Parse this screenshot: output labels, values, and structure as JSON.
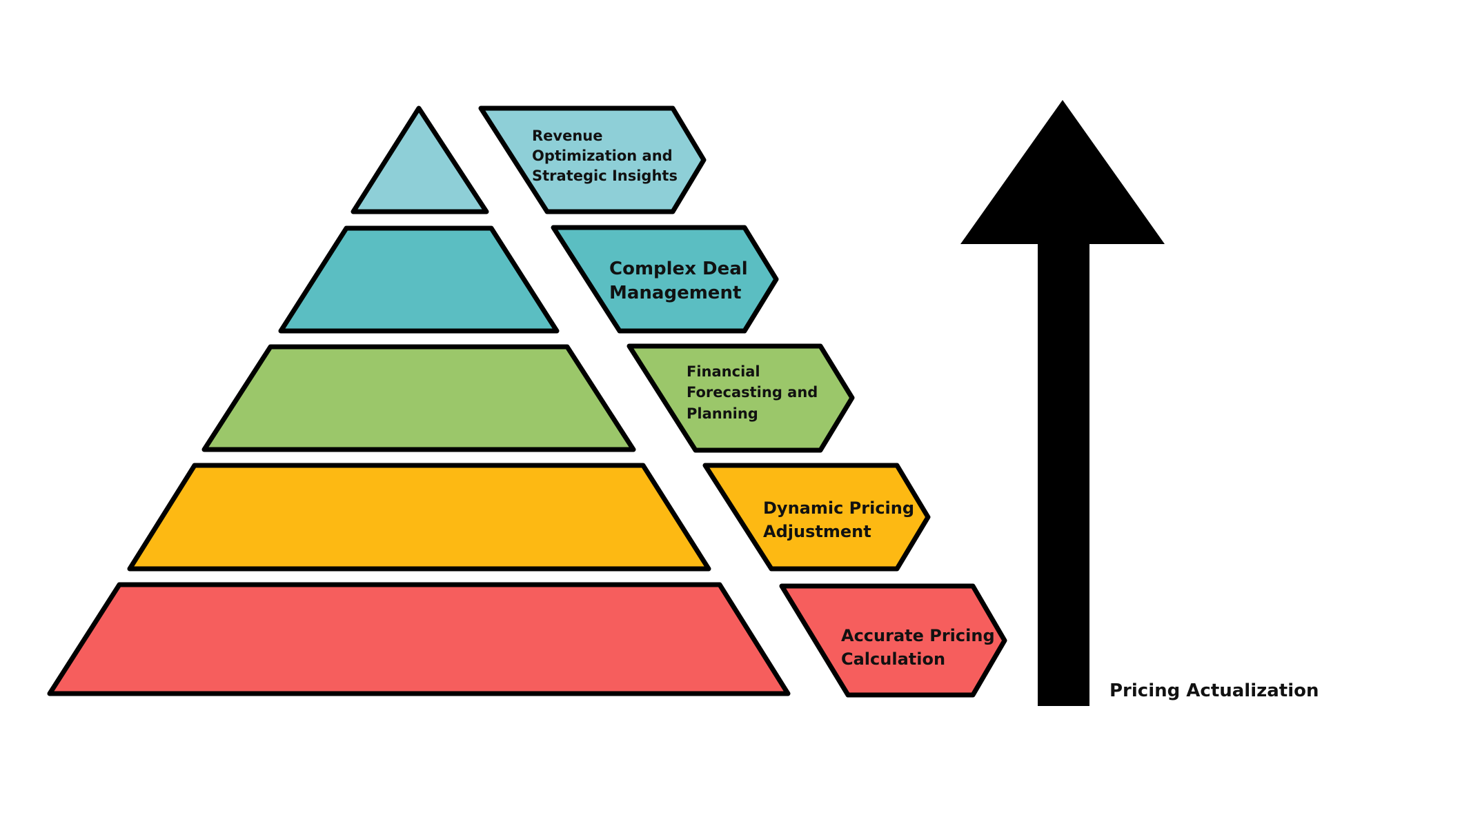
{
  "colors": {
    "level_1": "#8ECFD7",
    "level_2": "#5BBEC2",
    "level_3": "#9BC76A",
    "level_4": "#FDB913",
    "level_5": "#F65E5D",
    "outline": "#000000",
    "arrow": "#000000"
  },
  "levels": [
    {
      "id": "top",
      "label_lines": [
        "Revenue",
        "Optimization and",
        "Strategic Insights"
      ]
    },
    {
      "id": "second",
      "label_lines": [
        "Complex Deal",
        "Management"
      ]
    },
    {
      "id": "middle",
      "label_lines": [
        "Financial",
        "Forecasting and",
        "Planning"
      ]
    },
    {
      "id": "fourth",
      "label_lines": [
        "Dynamic Pricing",
        "Adjustment"
      ]
    },
    {
      "id": "base",
      "label_lines": [
        "Accurate Pricing",
        "Calculation"
      ]
    }
  ],
  "arrow": {
    "direction": "up",
    "caption": "Pricing Actualization"
  }
}
